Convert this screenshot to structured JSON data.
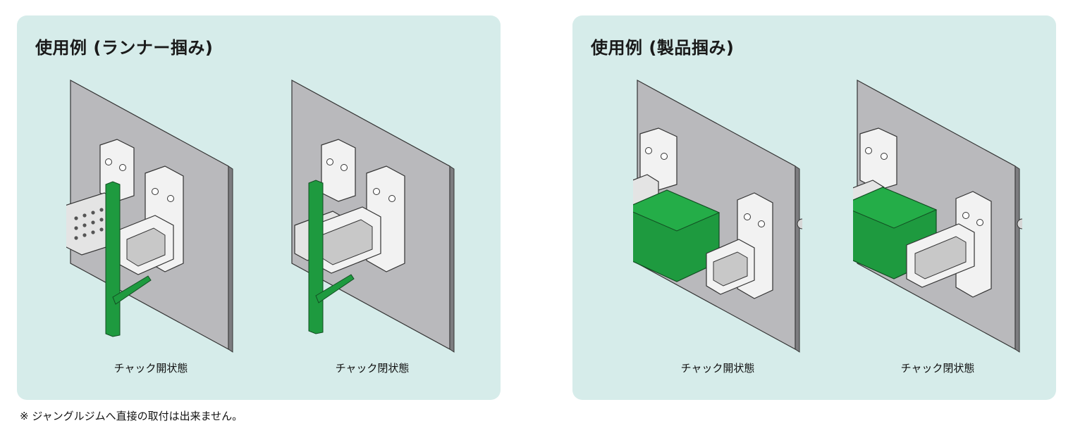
{
  "panels": [
    {
      "title": "使用例 (ランナー掴み)",
      "figures": [
        {
          "caption": "チャック開状態"
        },
        {
          "caption": "チャック閉状態"
        }
      ]
    },
    {
      "title": "使用例 (製品掴み)",
      "figures": [
        {
          "caption": "チャック開状態"
        },
        {
          "caption": "チャック閉状態"
        }
      ]
    }
  ],
  "footnote": "※ ジャングルジムへ直接の取付は出来ません。",
  "colors": {
    "panel_bg": "#d6ecea",
    "plate": "#b9b9bc",
    "part_green": "#1e9a3f",
    "chuck_white": "#f2f2f2"
  }
}
